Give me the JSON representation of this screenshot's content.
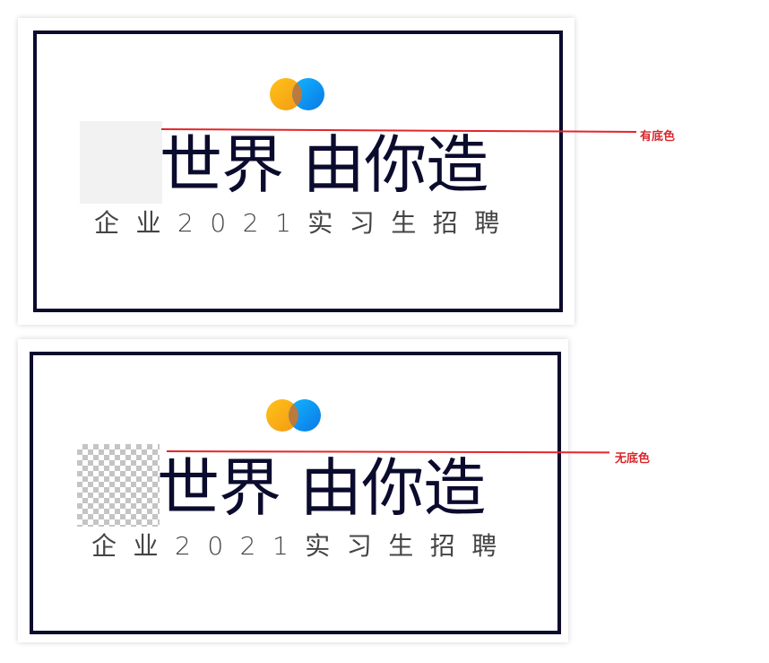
{
  "colors": {
    "frame": "#0b0b2e",
    "headline": "#0b0b2e",
    "subline": "#444444",
    "annotation": "#d9262b",
    "logo_orange": "#f6a51a",
    "logo_blue": "#0f8ff0",
    "swatch_fill": "#f2f2f2"
  },
  "icons": {
    "logo": "overlapping-circles-logo"
  },
  "cards": [
    {
      "headline": "世界 由你造",
      "subline": "企业2021实习生招聘",
      "swatch": "solid-light-gray",
      "annotation": "有底色"
    },
    {
      "headline": "世界 由你造",
      "subline": "企业2021实习生招聘",
      "swatch": "transparent-checkerboard",
      "annotation": "无底色"
    }
  ]
}
